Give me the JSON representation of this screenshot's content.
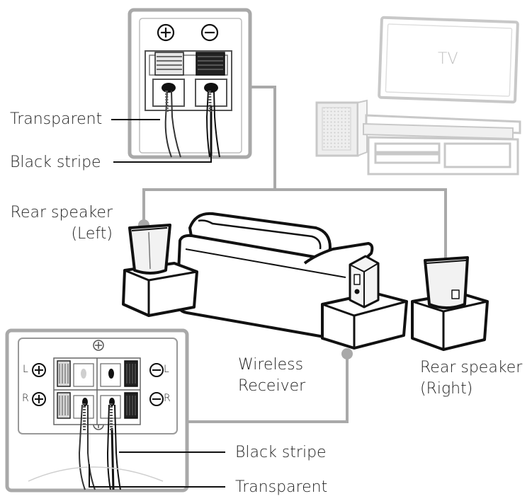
{
  "top_panel": {
    "plus_symbol": "⊕",
    "minus_symbol": "⊖"
  },
  "bottom_panel": {
    "left_channel": "L",
    "right_channel": "R"
  },
  "tv": {
    "label": "TV"
  },
  "labels": {
    "transparent_top": "Transparent",
    "black_stripe_top": "Black stripe",
    "rear_left_line1": "Rear speaker",
    "rear_left_line2": "(Left)",
    "wireless_line1": "Wireless",
    "wireless_line2": "Receiver",
    "rear_right_line1": "Rear speaker",
    "rear_right_line2": "(Right)",
    "black_stripe_bottom": "Black stripe",
    "transparent_bottom": "Transparent"
  },
  "colors": {
    "frame_gray": "#a9a9a9",
    "line_dark": "#111111",
    "light_gray": "#c8c8c8"
  }
}
